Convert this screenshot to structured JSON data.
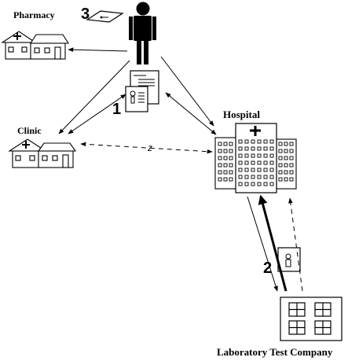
{
  "labels": {
    "pharmacy": "Pharmacy",
    "clinic": "Clinic",
    "hospital": "Hospital",
    "lab": "Laboratory Test Company"
  },
  "step_markers": {
    "one": "1",
    "two": "2",
    "three": "3",
    "z": "z"
  },
  "icons": {
    "patient": "person-icon",
    "prescription": "prescription-card-icon",
    "medical_record": "medical-record-document-icon",
    "pharmacy": "pharmacy-building-icon",
    "clinic": "clinic-building-icon",
    "hospital": "hospital-building-icon",
    "lab": "laboratory-building-icon",
    "sample": "sample-card-icon"
  },
  "colors": {
    "ink": "#000000",
    "background": "#ffffff"
  }
}
